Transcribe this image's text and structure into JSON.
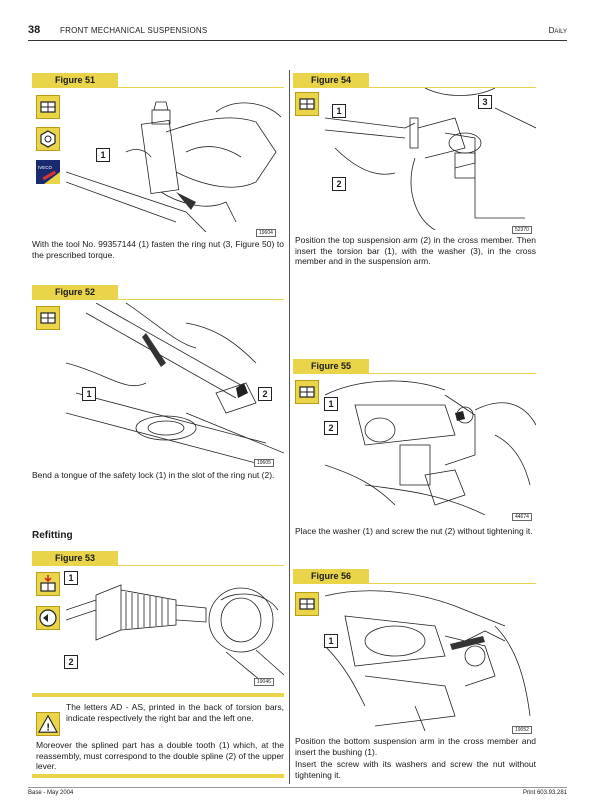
{
  "header": {
    "page_number": "38",
    "section": "FRONT MECHANICAL SUSPENSIONS",
    "model": "Daily"
  },
  "figures": [
    {
      "label": "Figure 51",
      "code": "19604",
      "callouts": [
        "1"
      ],
      "caption": "With the tool No. 99357144 (1) fasten the ring nut (3, Figure 50) to the prescribed torque."
    },
    {
      "label": "Figure 52",
      "code": "19605",
      "callouts": [
        "1",
        "2"
      ],
      "caption": "Bend a tongue of the safety lock (1) in the slot of the ring nut (2)."
    },
    {
      "label": "Figure 53",
      "code": "19046",
      "callouts": [
        "1",
        "2"
      ]
    },
    {
      "label": "Figure 54",
      "code": "52370",
      "callouts": [
        "1",
        "2",
        "3"
      ],
      "caption": "Position the top suspension arm (2) in the cross member. Then insert the torsion bar (1), with the washer (3), in the cross member and in the suspension arm."
    },
    {
      "label": "Figure 55",
      "code": "44674",
      "callouts": [
        "1",
        "2"
      ],
      "caption": "Place the washer (1) and screw the nut (2) without tightening it."
    },
    {
      "label": "Figure 56",
      "code": "19052",
      "callouts": [
        "1"
      ],
      "caption": "Position the bottom suspension arm in the cross member and insert the bushing (1).",
      "caption2": "Insert the screw with its washers and screw the nut without tightening it."
    }
  ],
  "refitting_heading": "Refitting",
  "iveco_logo": "IVECO",
  "warning": {
    "text": "The letters AD - AS, printed in the back of torsion bars, indicate respectively the right bar and the left one.",
    "text2": "Moreover the splined part has a double tooth (1) which, at the reassembly, must correspond to the double spline (2) of the upper lever."
  },
  "footer": {
    "left": "Base - May 2004",
    "right": "Print 603.93.281"
  },
  "colors": {
    "accent": "#e9d44a"
  }
}
